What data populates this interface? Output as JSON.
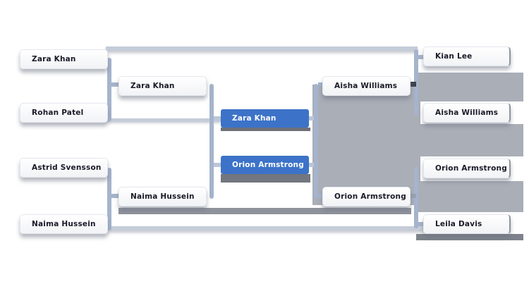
{
  "bracket": {
    "round1_left": [
      {
        "name": "Zara Khan"
      },
      {
        "name": "Rohan Patel"
      },
      {
        "name": "Astrid Svensson"
      },
      {
        "name": "Naima Hussein"
      }
    ],
    "round2_left": [
      {
        "name": "Zara Khan"
      },
      {
        "name": "Naima Hussein"
      }
    ],
    "finalists": [
      {
        "name": "Zara Khan"
      },
      {
        "name": "Orion Armstrong"
      }
    ],
    "round2_right": [
      {
        "name": "Aisha Williams"
      },
      {
        "name": "Orion Armstrong"
      }
    ],
    "round1_right": [
      {
        "name": "Kian Lee"
      },
      {
        "name": "Aisha Williams"
      },
      {
        "name": "Orion Armstrong"
      },
      {
        "name": "Leila Davis"
      }
    ]
  },
  "colors": {
    "winner_highlight": "#3c73c8",
    "winner_text": "#ffffff",
    "player_text": "#1a1a28",
    "connector": "#c5ccd9",
    "rail": "#a5b4cc",
    "backdrop_gray": "#a9aeb7"
  }
}
